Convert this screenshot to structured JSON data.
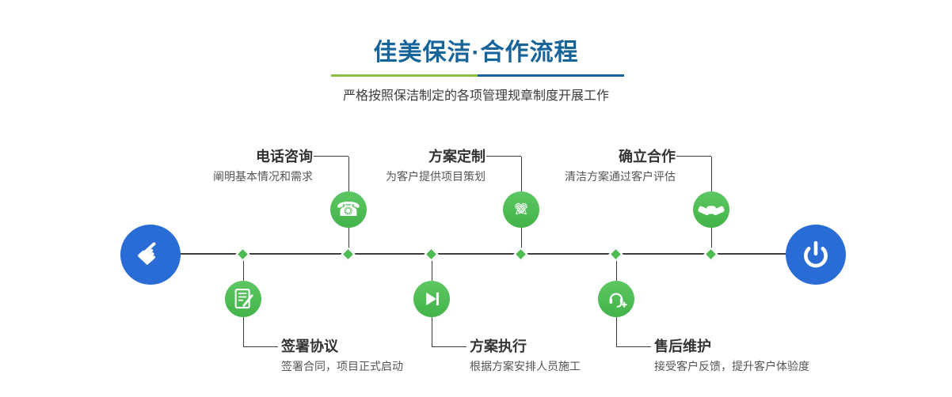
{
  "header": {
    "title": "佳美保洁·合作流程",
    "subtitle": "严格按照保洁制定的各项管理规章制度开展工作",
    "divider_colors": [
      "#8cbe3f",
      "#16649e"
    ]
  },
  "timeline": {
    "start_icon": "hand-pointer-icon",
    "start_glyph": "☛",
    "end_icon": "power-icon"
  },
  "steps_top": [
    {
      "label": "电话咨询",
      "desc": "阐明基本情况和需求",
      "icon": "phone-icon",
      "glyph": "☎"
    },
    {
      "label": "方案定制",
      "desc": "为客户提供项目策划",
      "icon": "design-icon",
      "glyph": "✎"
    },
    {
      "label": "确立合作",
      "desc": "清洁方案通过客户评估",
      "icon": "handshake-icon"
    }
  ],
  "steps_bottom": [
    {
      "label": "签署协议",
      "desc": "签署合同，项目正式启动",
      "icon": "contract-icon"
    },
    {
      "label": "方案执行",
      "desc": "根据方案安排人员施工",
      "icon": "execute-icon"
    },
    {
      "label": "售后维护",
      "desc": "接受客户反馈，提升客户体验度",
      "icon": "support-icon"
    }
  ],
  "colors": {
    "accent_blue": "#2a6cd5",
    "accent_green": "#4cbb52",
    "title_blue": "#17649b",
    "line_dark": "#3c3c3c"
  }
}
